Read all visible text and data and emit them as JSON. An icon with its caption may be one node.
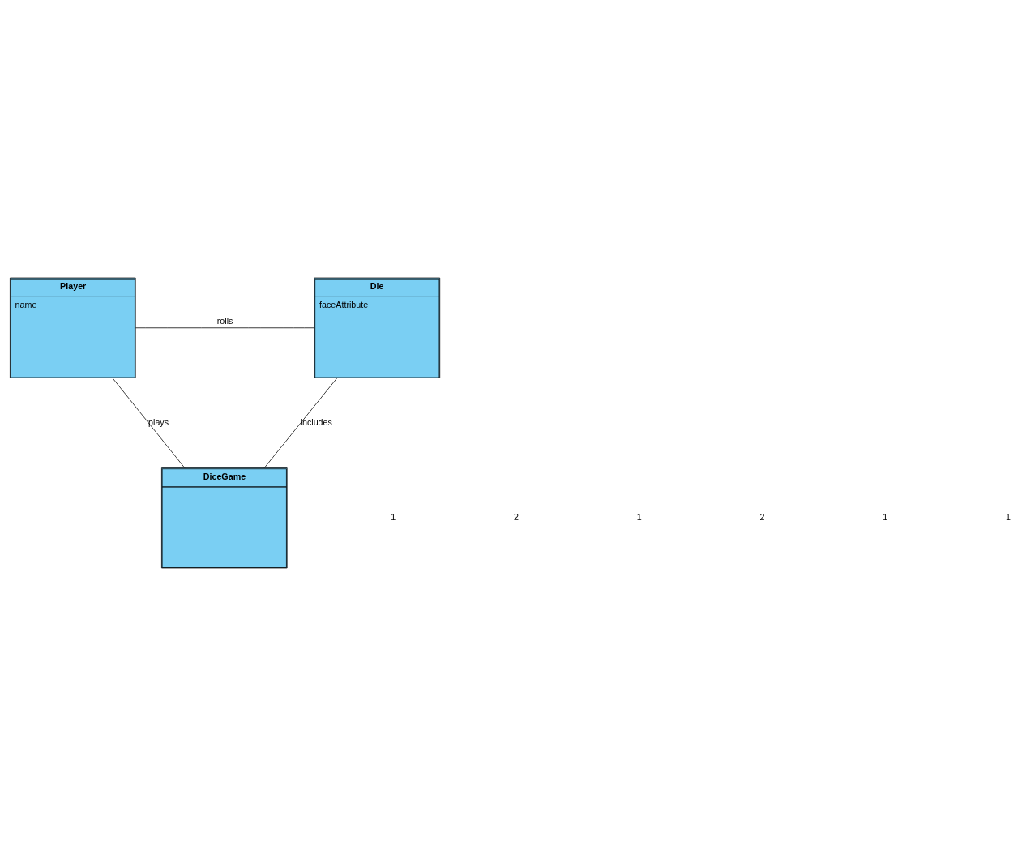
{
  "diagram": {
    "nodes": [
      {
        "text": [
          "Player",
          "name"
        ]
      },
      {
        "text": [
          "Die",
          "faceAttribute"
        ]
      },
      {
        "text": [
          "DiceGame"
        ]
      }
    ],
    "edges": [
      {
        "from": 0,
        "to": 1,
        "arrow": "none",
        "label": "rolls"
      },
      {
        "from": 0,
        "to": 2,
        "arrow": "none",
        "label": "plays"
      },
      {
        "from": 2,
        "to": 1,
        "arrow": "none",
        "label": "includes"
      }
    ],
    "labels": [
      "1",
      "2",
      "1",
      "2",
      "1",
      "1"
    ]
  }
}
